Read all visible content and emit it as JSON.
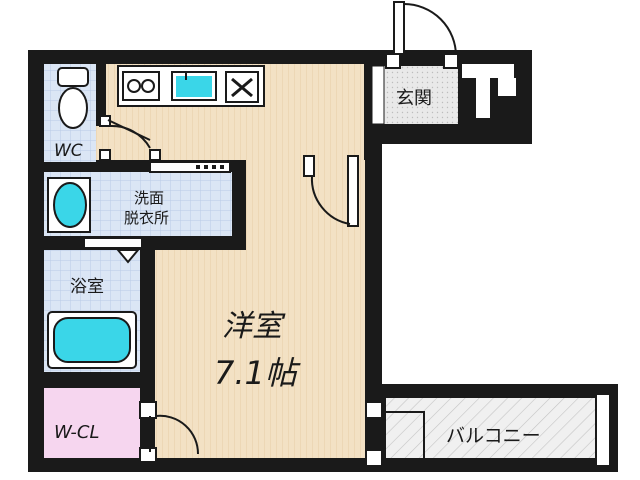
{
  "rooms": {
    "wc": "WC",
    "washroom_line1": "洗面",
    "washroom_line2": "脱衣所",
    "bath": "浴室",
    "western_room": "洋室",
    "western_room_size": "7.1帖",
    "walk_in_closet": "W-CL",
    "entrance": "玄関",
    "balcony": "バルコニー"
  },
  "colors": {
    "wall": "#1a1a1a",
    "flooring": "#f3e1c4",
    "wet_area_tile": "#dbe6f5",
    "closet": "#f6d6ef",
    "entrance_floor": "#e6e6e6",
    "balcony_floor": "#ececec",
    "fixture_cyan": "#3ad6e8"
  }
}
